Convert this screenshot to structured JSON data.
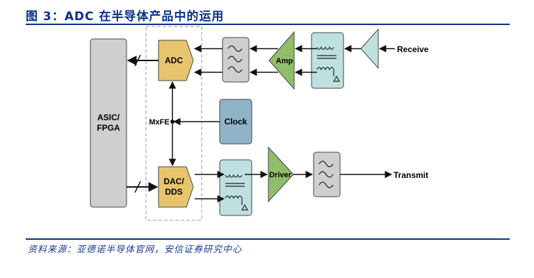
{
  "title": "图 3：ADC 在半导体产品中的运用",
  "source": "资料来源：亚德诺半导体官网，安信证券研究中心",
  "diagram": {
    "blocks": {
      "asic": [
        "ASIC/",
        "FPGA"
      ],
      "adc": "ADC",
      "dac": [
        "DAC/",
        "DDS"
      ],
      "mxfe": "MxFE",
      "clock": "Clock",
      "amp": "Amp",
      "driver": "Driver",
      "receive": "Receive",
      "transmit": "Transmit"
    },
    "colors": {
      "converter": "#e8c46f",
      "asic": "#cfcfcf",
      "clock": "#8fb4c8",
      "transformer": "#bfe0e0",
      "amplifier": "#92bd6a",
      "filter": "#cfcfcf",
      "accent": "#0b2f8a"
    }
  }
}
